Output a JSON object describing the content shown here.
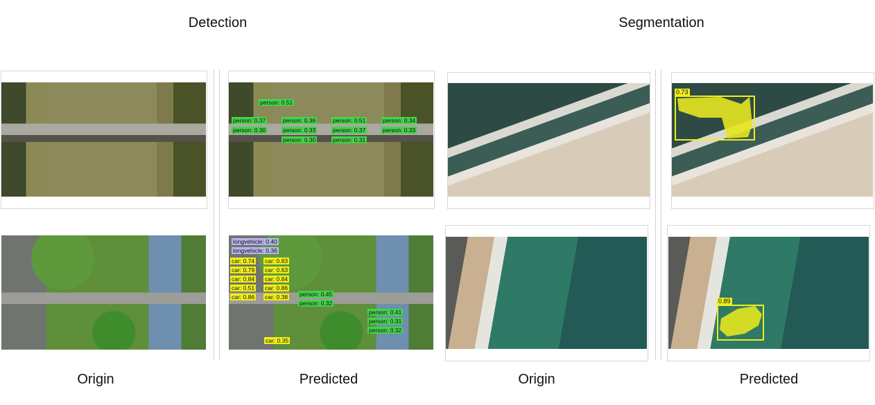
{
  "headers": {
    "detection": "Detection",
    "segmentation": "Segmentation"
  },
  "captions": [
    "Origin",
    "Predicted",
    "Origin",
    "Predicted"
  ],
  "colors": {
    "person": "#45d24a",
    "car": "#f0ee1a",
    "longvehicle": "#b8b4ee",
    "segmentation_mask": "#e6e61e"
  },
  "detection_row1_labels": [
    "person: 0.51",
    "person: 0.37",
    "person: 0.36",
    "person: 0.51",
    "person: 0.34",
    "person: 0.30",
    "person: 0.33",
    "person: 0.37",
    "person: 0.33",
    "person: 0.30",
    "person: 0.31"
  ],
  "detection_row2_labels": [
    "longvehicle: 0.40",
    "longvehicle: 0.36",
    "car: 0.74",
    "car: 0.83",
    "car: 0.79",
    "car: 0.63",
    "car: 0.84",
    "car: 0.84",
    "car: 0.51",
    "car: 0.86",
    "car: 0.86",
    "car: 0.38",
    "car: 0.35",
    "person: 0.45",
    "person: 0.32",
    "person: 0.41",
    "person: 0.31",
    "person: 0.32"
  ],
  "segmentation_scores": [
    "0.73",
    "0.89"
  ]
}
